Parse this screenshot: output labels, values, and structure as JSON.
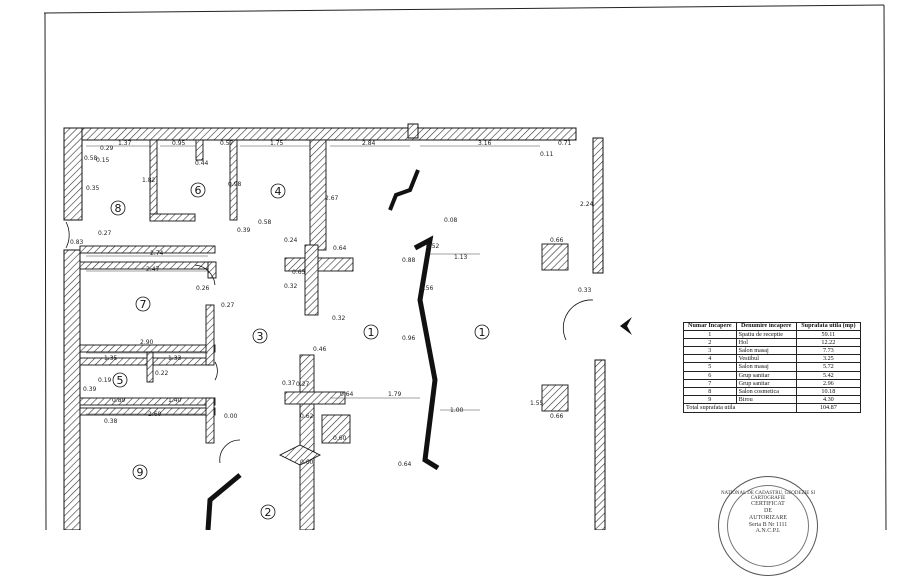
{
  "room_markers": [
    "1",
    "1",
    "2",
    "3",
    "4",
    "5",
    "6",
    "7",
    "8",
    "9"
  ],
  "dimensions": {
    "top_row": [
      "1.37",
      "0.95",
      "0.57",
      "1.75",
      "2.84",
      "3.16",
      "0.71"
    ],
    "left_side": [
      "0.58",
      "0.29",
      "0.15",
      "0.35",
      "1.82",
      "0.44",
      "0.98",
      "0.39",
      "0.58",
      "0.83",
      "0.27",
      "0.24",
      "0.64",
      "2.67",
      "2.74",
      "2.47",
      "0.26",
      "0.27",
      "0.65",
      "0.32",
      "0.32",
      "2.90",
      "1.35",
      "1.33",
      "0.19",
      "0.22",
      "0.39",
      "0.89",
      "1.40",
      "0.38",
      "2.60",
      "0.00",
      "0.46",
      "0.37",
      "0.27",
      "0.64",
      "1.79",
      "0.62",
      "0.60",
      "0.60",
      "0.64",
      "1.00",
      "1.55",
      "0.66",
      "0.66",
      "0.33",
      "0.08",
      "0.52",
      "1.13",
      "0.96",
      "1.56",
      "2.24",
      "0.11",
      "0.88"
    ]
  },
  "legend": {
    "headers": [
      "Numar Incapere",
      "Denumire incapere",
      "Suprafata utila (mp)"
    ],
    "rows": [
      {
        "num": "1",
        "name": "Spatiu de receptie",
        "area": "59.11"
      },
      {
        "num": "2",
        "name": "Hol",
        "area": "12.22"
      },
      {
        "num": "3",
        "name": "Salon masaj",
        "area": "7.73"
      },
      {
        "num": "4",
        "name": "Vestibul",
        "area": "3.25"
      },
      {
        "num": "5",
        "name": "Salon masaj",
        "area": "5.72"
      },
      {
        "num": "6",
        "name": "Grup sanitar",
        "area": "5.42"
      },
      {
        "num": "7",
        "name": "Grup sanitar",
        "area": "2.96"
      },
      {
        "num": "8",
        "name": "Salon cosmetica",
        "area": "10.18"
      },
      {
        "num": "9",
        "name": "Birou",
        "area": "4.30"
      }
    ],
    "total_label": "Total suprafata utila",
    "total_value": "104.87"
  },
  "stamp": {
    "ring": "NATIONAL DE CADASTRU, GEODEZIE SI CARTOGRAFIE",
    "line1": "CERTIFICAT",
    "line2": "DE",
    "line3": "AUTORIZARE",
    "line4": "Seria B Nr 1111",
    "line5": "A.N.C.P.I."
  }
}
